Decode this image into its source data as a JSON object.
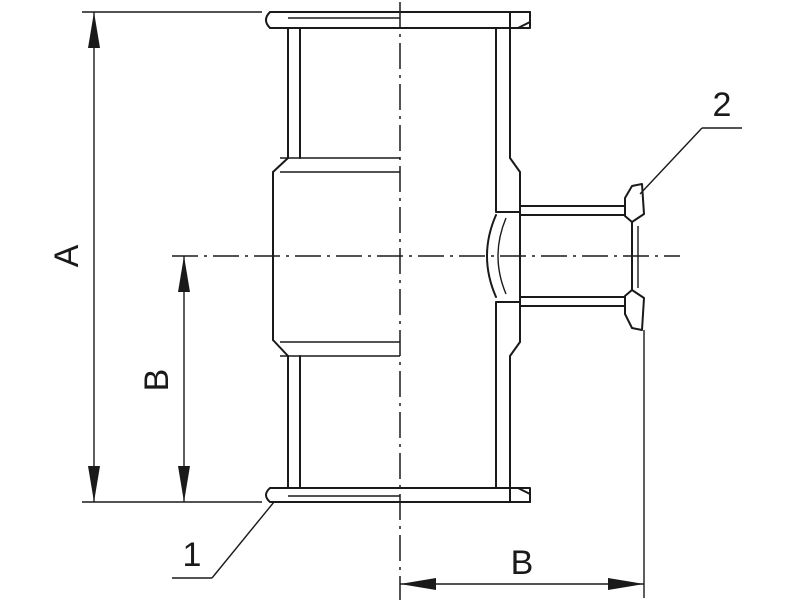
{
  "labels": {
    "dim_a": "A",
    "dim_b_vertical": "B",
    "dim_b_horizontal": "B",
    "callout_1": "1",
    "callout_2": "2"
  }
}
